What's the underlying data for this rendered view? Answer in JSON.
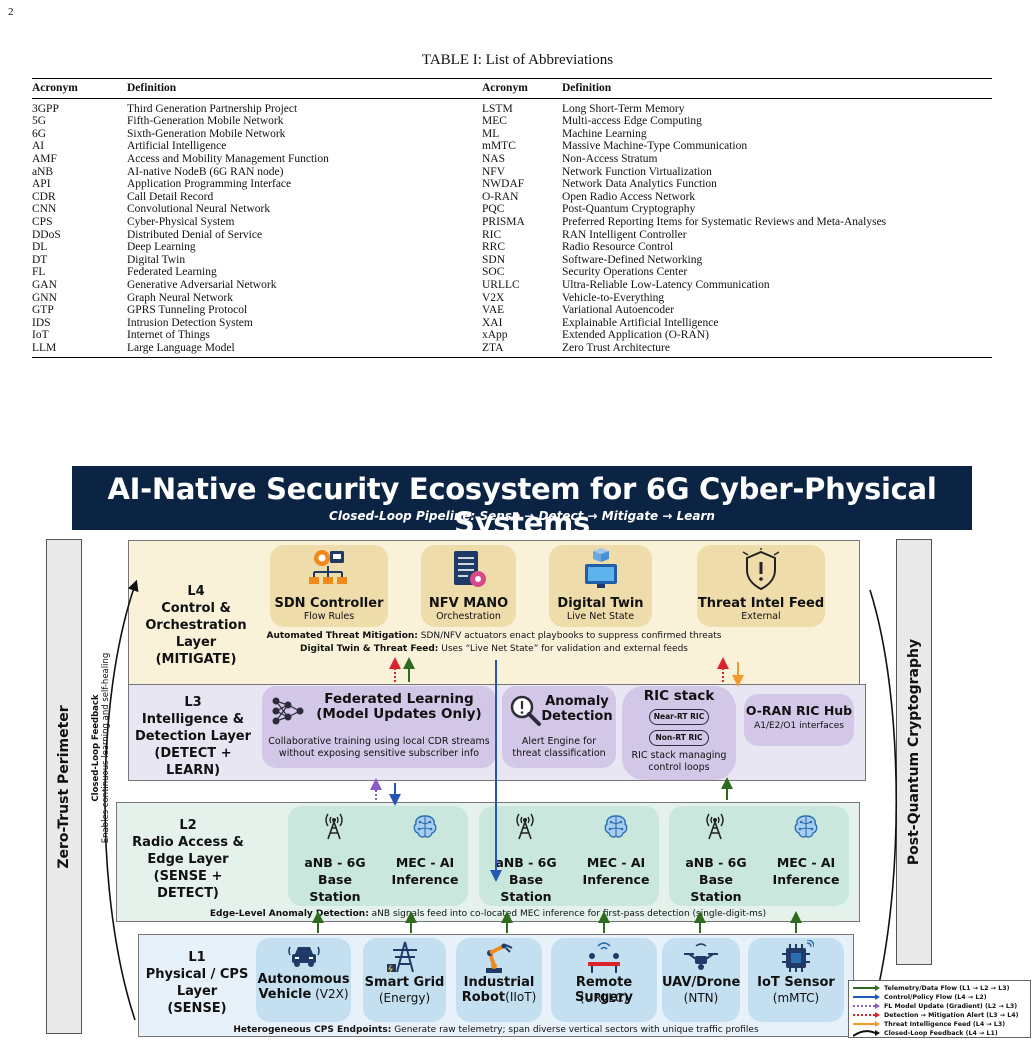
{
  "page_number": "2",
  "table": {
    "caption": "TABLE I: List of Abbreviations",
    "headers": [
      "Acronym",
      "Definition",
      "Acronym",
      "Definition"
    ],
    "rows": [
      [
        "3GPP",
        "Third Generation Partnership Project",
        "LSTM",
        "Long Short-Term Memory"
      ],
      [
        "5G",
        "Fifth-Generation Mobile Network",
        "MEC",
        "Multi-access Edge Computing"
      ],
      [
        "6G",
        "Sixth-Generation Mobile Network",
        "ML",
        "Machine Learning"
      ],
      [
        "AI",
        "Artificial Intelligence",
        "mMTC",
        "Massive Machine-Type Communication"
      ],
      [
        "AMF",
        "Access and Mobility Management Function",
        "NAS",
        "Non-Access Stratum"
      ],
      [
        "aNB",
        "AI-native NodeB (6G RAN node)",
        "NFV",
        "Network Function Virtualization"
      ],
      [
        "API",
        "Application Programming Interface",
        "NWDAF",
        "Network Data Analytics Function"
      ],
      [
        "CDR",
        "Call Detail Record",
        "O-RAN",
        "Open Radio Access Network"
      ],
      [
        "CNN",
        "Convolutional Neural Network",
        "PQC",
        "Post-Quantum Cryptography"
      ],
      [
        "CPS",
        "Cyber-Physical System",
        "PRISMA",
        "Preferred Reporting Items for Systematic Reviews and Meta-Analyses"
      ],
      [
        "DDoS",
        "Distributed Denial of Service",
        "RIC",
        "RAN Intelligent Controller"
      ],
      [
        "DL",
        "Deep Learning",
        "RRC",
        "Radio Resource Control"
      ],
      [
        "DT",
        "Digital Twin",
        "SDN",
        "Software-Defined Networking"
      ],
      [
        "FL",
        "Federated Learning",
        "SOC",
        "Security Operations Center"
      ],
      [
        "GAN",
        "Generative Adversarial Network",
        "URLLC",
        "Ultra-Reliable Low-Latency Communication"
      ],
      [
        "GNN",
        "Graph Neural Network",
        "V2X",
        "Vehicle-to-Everything"
      ],
      [
        "GTP",
        "GPRS Tunneling Protocol",
        "VAE",
        "Variational Autoencoder"
      ],
      [
        "IDS",
        "Intrusion Detection System",
        "XAI",
        "Explainable Artificial Intelligence"
      ],
      [
        "IoT",
        "Internet of Things",
        "xApp",
        "Extended Application (O-RAN)"
      ],
      [
        "LLM",
        "Large Language Model",
        "ZTA",
        "Zero Trust Architecture"
      ]
    ]
  },
  "figure": {
    "title": "AI-Native Security Ecosystem for 6G Cyber-Physical Systems",
    "subtitle": "Closed-Loop Pipeline: Sense → Detect → Mitigate → Learn",
    "left_bar": "Zero-Trust Perimeter",
    "right_bar": "Post-Quantum Cryptography",
    "feedback_title": "Closed-Loop Feedback",
    "feedback_desc": "Enables continuous learning and self-healing",
    "colors": {
      "banner": "#0c2444",
      "l4_bg": "#faf1d9",
      "l4_tile": "#efdcab",
      "l3_bg": "#e9e6f3",
      "l3_tile": "#d2c7e6",
      "l2_bg": "#e5f2ec",
      "l2_tile": "#c9e7dd",
      "l1_bg": "#e6f1f9",
      "l1_tile": "#c4dff0",
      "green": "#2e6b1f",
      "blue": "#2457b5",
      "purple": "#8b5cc4",
      "red": "#d9232b",
      "orange": "#f39a2c"
    },
    "l4": {
      "title": [
        "L4",
        "Control &",
        "Orchestration Layer",
        "(MITIGATE)"
      ],
      "tiles": [
        {
          "name": "SDN Controller",
          "sub": "Flow Rules",
          "icon": "sdn-controller-icon"
        },
        {
          "name": "NFV MANO",
          "sub": "Orchestration",
          "icon": "server-gear-icon"
        },
        {
          "name": "Digital Twin",
          "sub": "Live Net State",
          "icon": "monitor-cube-icon"
        },
        {
          "name": "Threat Intel Feed",
          "sub": "External",
          "icon": "shield-warning-icon"
        }
      ],
      "desc1_label": "Automated Threat Mitigation:",
      "desc1_text": " SDN/NFV actuators enact playbooks to suppress confirmed threats",
      "desc2_label": "Digital Twin & Threat Feed:",
      "desc2_text": " Uses “Live Net State” for validation and external feeds"
    },
    "l3": {
      "title": [
        "L3",
        "Intelligence &",
        "Detection Layer",
        "(DETECT + LEARN)"
      ],
      "fl_title": [
        "Federated Learning",
        "(Model Updates Only)"
      ],
      "fl_desc": [
        "Collaborative training using local CDR streams",
        "without exposing sensitive subscriber info"
      ],
      "ad_title": [
        "Anomaly",
        "Detection"
      ],
      "ad_desc": [
        "Alert Engine for",
        "threat classification"
      ],
      "ric_title": "RIC stack",
      "ric_items": [
        "Near-RT RIC",
        "Non-RT RIC"
      ],
      "ric_desc": [
        "RIC stack managing",
        "control loops"
      ],
      "hub_title": "O-RAN RIC Hub",
      "hub_sub": "A1/E2/O1 interfaces"
    },
    "l2": {
      "title": [
        "L2",
        "Radio Access &",
        "Edge Layer",
        "(SENSE + DETECT)"
      ],
      "station": [
        "aNB - 6G Base",
        "Station"
      ],
      "mec": [
        "MEC - AI",
        "Inference"
      ],
      "desc_label": "Edge-Level Anomaly Detection:",
      "desc_text": " aNB signals feed into co-located MEC inference for first-pass detection (single-digit-ms)"
    },
    "l1": {
      "title": [
        "L1",
        "Physical / CPS",
        "Layer",
        "(SENSE)"
      ],
      "tiles": [
        {
          "name": [
            "Autonomous",
            "Vehicle"
          ],
          "tag": " (V2X)",
          "icon": "car-signal-icon"
        },
        {
          "name": [
            "Smart Grid"
          ],
          "tag": "(Energy)",
          "icon": "power-tower-icon"
        },
        {
          "name": [
            "Industrial",
            "Robot"
          ],
          "tag": "(IIoT)",
          "icon": "robot-arm-icon"
        },
        {
          "name": [
            "Remote Surgery"
          ],
          "tag": "(URLLC)",
          "icon": "surgery-icon"
        },
        {
          "name": [
            "UAV/Drone"
          ],
          "tag": "(NTN)",
          "icon": "drone-icon"
        },
        {
          "name": [
            "IoT Sensor"
          ],
          "tag": "(mMTC)",
          "icon": "chip-sensor-icon"
        }
      ],
      "desc_label": "Heterogeneous CPS Endpoints:",
      "desc_text": " Generate raw telemetry; span diverse vertical sectors with unique traffic profiles"
    },
    "legend": [
      {
        "label": "Telemetry/Data Flow (L1 → L2 → L3)",
        "style": "green-solid"
      },
      {
        "label": "Control/Policy Flow (L4 → L2)",
        "style": "blue-solid"
      },
      {
        "label": "FL Model Update (Gradient) (L2 → L3)",
        "style": "purple-dotted"
      },
      {
        "label": "Detection → Mitigation Alert (L3 → L4)",
        "style": "red-dotted"
      },
      {
        "label": "Threat Intelligence Feed (L4 → L3)",
        "style": "orange-solid"
      },
      {
        "label": "Closed-Loop Feedback (L4 → L1)",
        "style": "black-curve"
      }
    ]
  }
}
